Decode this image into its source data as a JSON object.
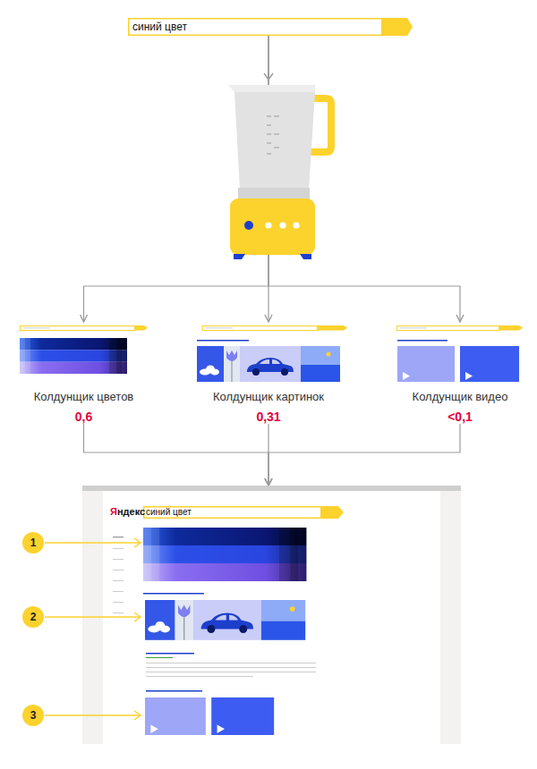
{
  "diagram": {
    "nodes": [
      {
        "text": [
          "синий цвет"
        ]
      },
      {
        "text": [
          "Колдунщик цветов",
          "0,6"
        ]
      },
      {
        "text": [
          "Колдунщик картинок",
          "0,31"
        ]
      },
      {
        "text": [
          "Колдунщик видео",
          "<0,1"
        ]
      },
      {
        "text": [
          "Яндекс"
        ]
      },
      {
        "text": [
          "синий цвет"
        ],
        "in": 4
      },
      {
        "text": [
          "1"
        ]
      },
      {
        "text": [
          "2"
        ]
      },
      {
        "text": [
          "3"
        ]
      }
    ],
    "edges": [
      {
        "from": 0,
        "to": 1,
        "arrow": "to"
      },
      {
        "from": 0,
        "to": 2,
        "arrow": "to"
      },
      {
        "from": 0,
        "to": 3,
        "arrow": "to"
      },
      {
        "from": 1,
        "to": 4,
        "arrow": "to"
      },
      {
        "from": 2,
        "to": 4,
        "arrow": "to"
      },
      {
        "from": 3,
        "to": 4,
        "arrow": "to"
      }
    ]
  }
}
